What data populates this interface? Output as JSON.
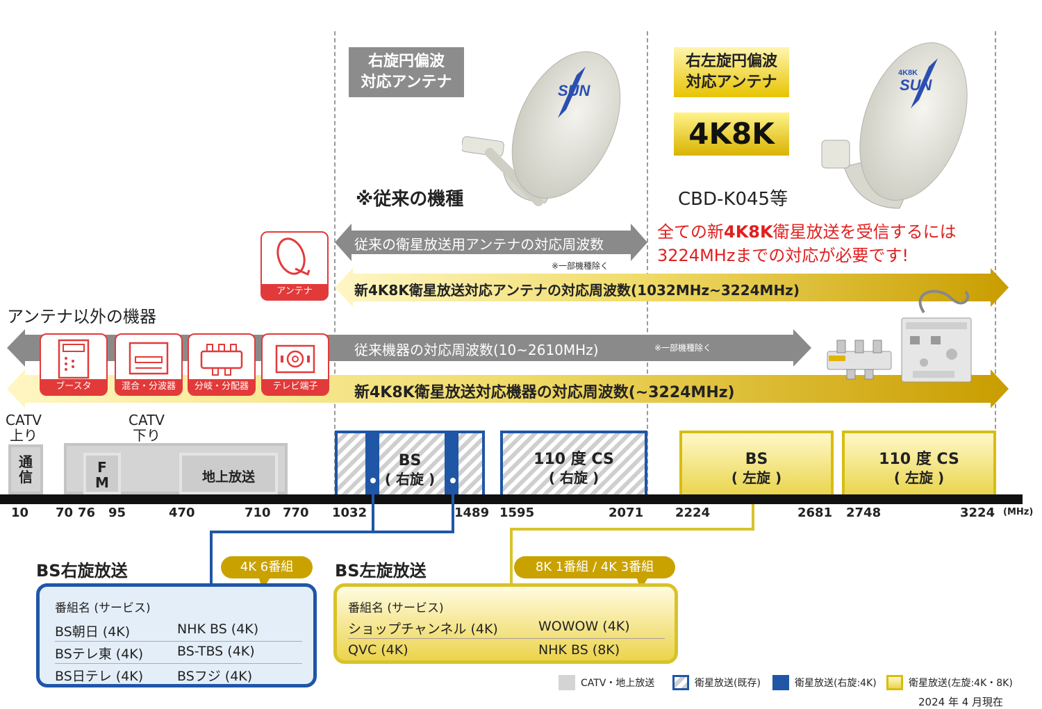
{
  "antenna_right": {
    "tag_line1": "右旋円偏波",
    "tag_line2": "対応アンテナ",
    "logo": "SUN",
    "caption": "※従来の機種"
  },
  "antenna_left": {
    "tag_line1": "右左旋円偏波",
    "tag_line2": "対応アンテナ",
    "badge": "4K8K",
    "logo_small": "4K8K",
    "logo": "SUN",
    "caption": "CBD-K045等",
    "note_pre": "全ての新",
    "note_bold": "4K8K",
    "note_post": "衛星放送を受信するには",
    "note_line2": "3224MHzまでの対応が必要です!"
  },
  "antenna_icon": {
    "label": "アンテナ"
  },
  "arrows": {
    "old_antenna": "従来の衛星放送用アンテナの対応周波数",
    "old_antenna_note": "※一部機種除く",
    "new_antenna": "新4K8K衛星放送対応アンテナの対応周波数(1032MHz~3224MHz)",
    "old_devices": "従来機器の対応周波数(10~2610MHz)",
    "old_devices_note": "※一部機種除く",
    "new_devices": "新4K8K衛星放送対応機器の対応周波数(~3224MHz)"
  },
  "devices_heading": "アンテナ以外の機器",
  "devices": [
    "ブースタ",
    "混合・分波器",
    "分岐・分配器",
    "テレビ端子"
  ],
  "catv": {
    "up_line1": "CATV",
    "up_line2": "上り",
    "down_line1": "CATV",
    "down_line2": "下り"
  },
  "bands": {
    "comm1": "通",
    "comm2": "信",
    "fm1": "F",
    "fm2": "M",
    "terrestrial": "地上放送",
    "bs_right1": "BS",
    "bs_right2": "( 右旋 )",
    "cs_right1": "110 度 CS",
    "cs_right2": "( 右旋 )",
    "bs_left1": "BS",
    "bs_left2": "( 左旋 )",
    "cs_left1": "110 度 CS",
    "cs_left2": "( 左旋 )"
  },
  "axis": {
    "ticks": [
      "10",
      "70",
      "76",
      "95",
      "470",
      "710",
      "770",
      "1032",
      "1489",
      "1595",
      "2071",
      "2224",
      "2681",
      "2748",
      "3224"
    ],
    "unit": "(MHz)"
  },
  "bs_right_box": {
    "title": "BS右旋放送",
    "bubble": "4K 6番組",
    "header": "番組名 (サービス)",
    "rows": [
      [
        "BS朝日 (4K)",
        "NHK BS (4K)"
      ],
      [
        "BSテレ東 (4K)",
        "BS-TBS (4K)"
      ],
      [
        "BS日テレ (4K)",
        "BSフジ (4K)"
      ]
    ]
  },
  "bs_left_box": {
    "title": "BS左旋放送",
    "bubble": "8K 1番組 / 4K 3番組",
    "header": "番組名 (サービス)",
    "rows": [
      [
        "ショップチャンネル (4K)",
        "WOWOW (4K)"
      ],
      [
        "QVC (4K)",
        "NHK BS (8K)"
      ]
    ]
  },
  "legend": {
    "items": [
      "CATV・地上放送",
      "衛星放送(既存)",
      "衛星放送(右旋:4K)",
      "衛星放送(左旋:4K・8K)"
    ],
    "date": "2024 年 4 月現在"
  },
  "colors": {
    "blue": "#1f56a6",
    "gold": "#e3c21c",
    "gray": "#8c8c8c",
    "red": "#e23a3a"
  }
}
